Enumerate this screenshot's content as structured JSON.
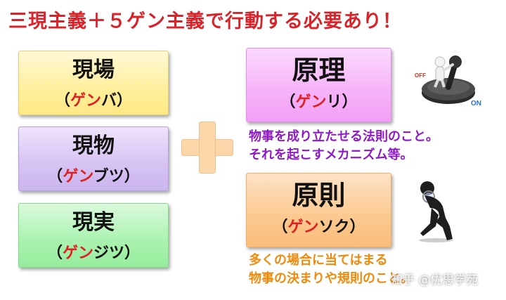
{
  "title": "三現主義＋５ゲン主義で行動する必要あり！",
  "left_boxes": [
    {
      "main": "現場",
      "open": "（",
      "red": "ゲン",
      "rest": "バ",
      "close": "）"
    },
    {
      "main": "現物",
      "open": "（",
      "red": "ゲン",
      "rest": "ブツ",
      "close": "）"
    },
    {
      "main": "現実",
      "open": "（",
      "red": "ゲン",
      "rest": "ジツ",
      "close": "）"
    }
  ],
  "right_boxes": [
    {
      "main": "原理",
      "open": "（",
      "red": "ゲン",
      "rest": "リ",
      "close": "）",
      "desc_lines": [
        "物事を成り立たせる法則のこと。",
        "それを起こすメカニズム等。"
      ]
    },
    {
      "main": "原則",
      "open": "（",
      "red": "ゲン",
      "rest": "ソク",
      "close": "）",
      "desc_lines": [
        "多くの場合に当てはまる",
        "物事の決まりや規則のこと。"
      ]
    }
  ],
  "switch_labels": {
    "off": "OFF",
    "on": "ON"
  },
  "watermark": "知乎 @优思学苑",
  "colors": {
    "title": "#d8232a",
    "red": "#e02020",
    "purple_text": "#8f19c8",
    "orange_text": "#f08a0c"
  }
}
